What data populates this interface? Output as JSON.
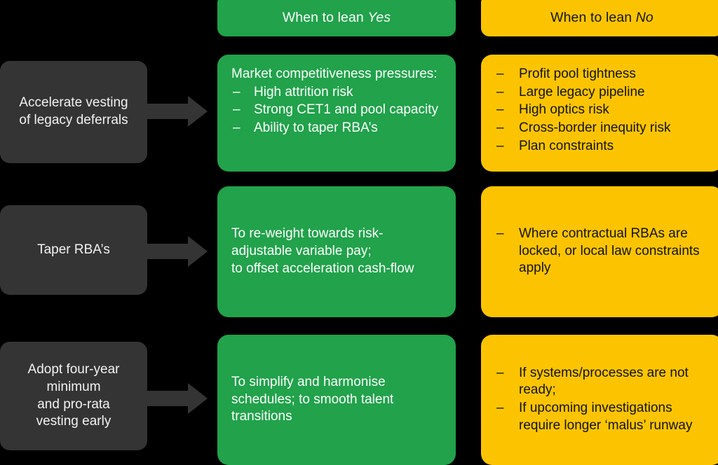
{
  "columns": {
    "yes": {
      "label_prefix": "When to lean ",
      "label_emphasis": "Yes"
    },
    "no": {
      "label_prefix": "When to lean ",
      "label_emphasis": "No"
    }
  },
  "colors": {
    "background": "#000000",
    "yes_green": "#21a24b",
    "no_yellow": "#fcc400",
    "label_gray": "#343434",
    "yes_text": "#ffffff",
    "no_text": "#121212"
  },
  "rows": [
    {
      "label": "Accelerate vesting\nof legacy deferrals",
      "yes": {
        "intro": "Market competitiveness pressures:",
        "bullets": [
          "High attrition risk",
          "Strong CET1 and pool capacity",
          "Ability to taper RBA’s"
        ],
        "paragraphs": []
      },
      "no": {
        "intro": "",
        "bullets": [
          "Profit pool tightness",
          "Large legacy pipeline",
          "High optics risk",
          "Cross-border inequity risk",
          "Plan constraints"
        ],
        "paragraphs": []
      }
    },
    {
      "label": "Taper RBA’s",
      "yes": {
        "intro": "",
        "bullets": [],
        "paragraphs": [
          "To re-weight towards risk-adjustable variable pay;",
          "to offset acceleration cash-flow"
        ]
      },
      "no": {
        "intro": "",
        "bullets": [
          "Where contractual RBAs are locked, or local law constraints apply"
        ],
        "paragraphs": []
      }
    },
    {
      "label": "Adopt four-year\nminimum\nand pro-rata\nvesting early",
      "yes": {
        "intro": "",
        "bullets": [],
        "paragraphs": [
          "To simplify and harmonise schedules; to smooth talent transitions"
        ]
      },
      "no": {
        "intro": "",
        "bullets": [
          "If systems/processes are not ready;",
          "If upcoming investigations require longer ‘malus’ runway"
        ],
        "paragraphs": []
      }
    }
  ]
}
